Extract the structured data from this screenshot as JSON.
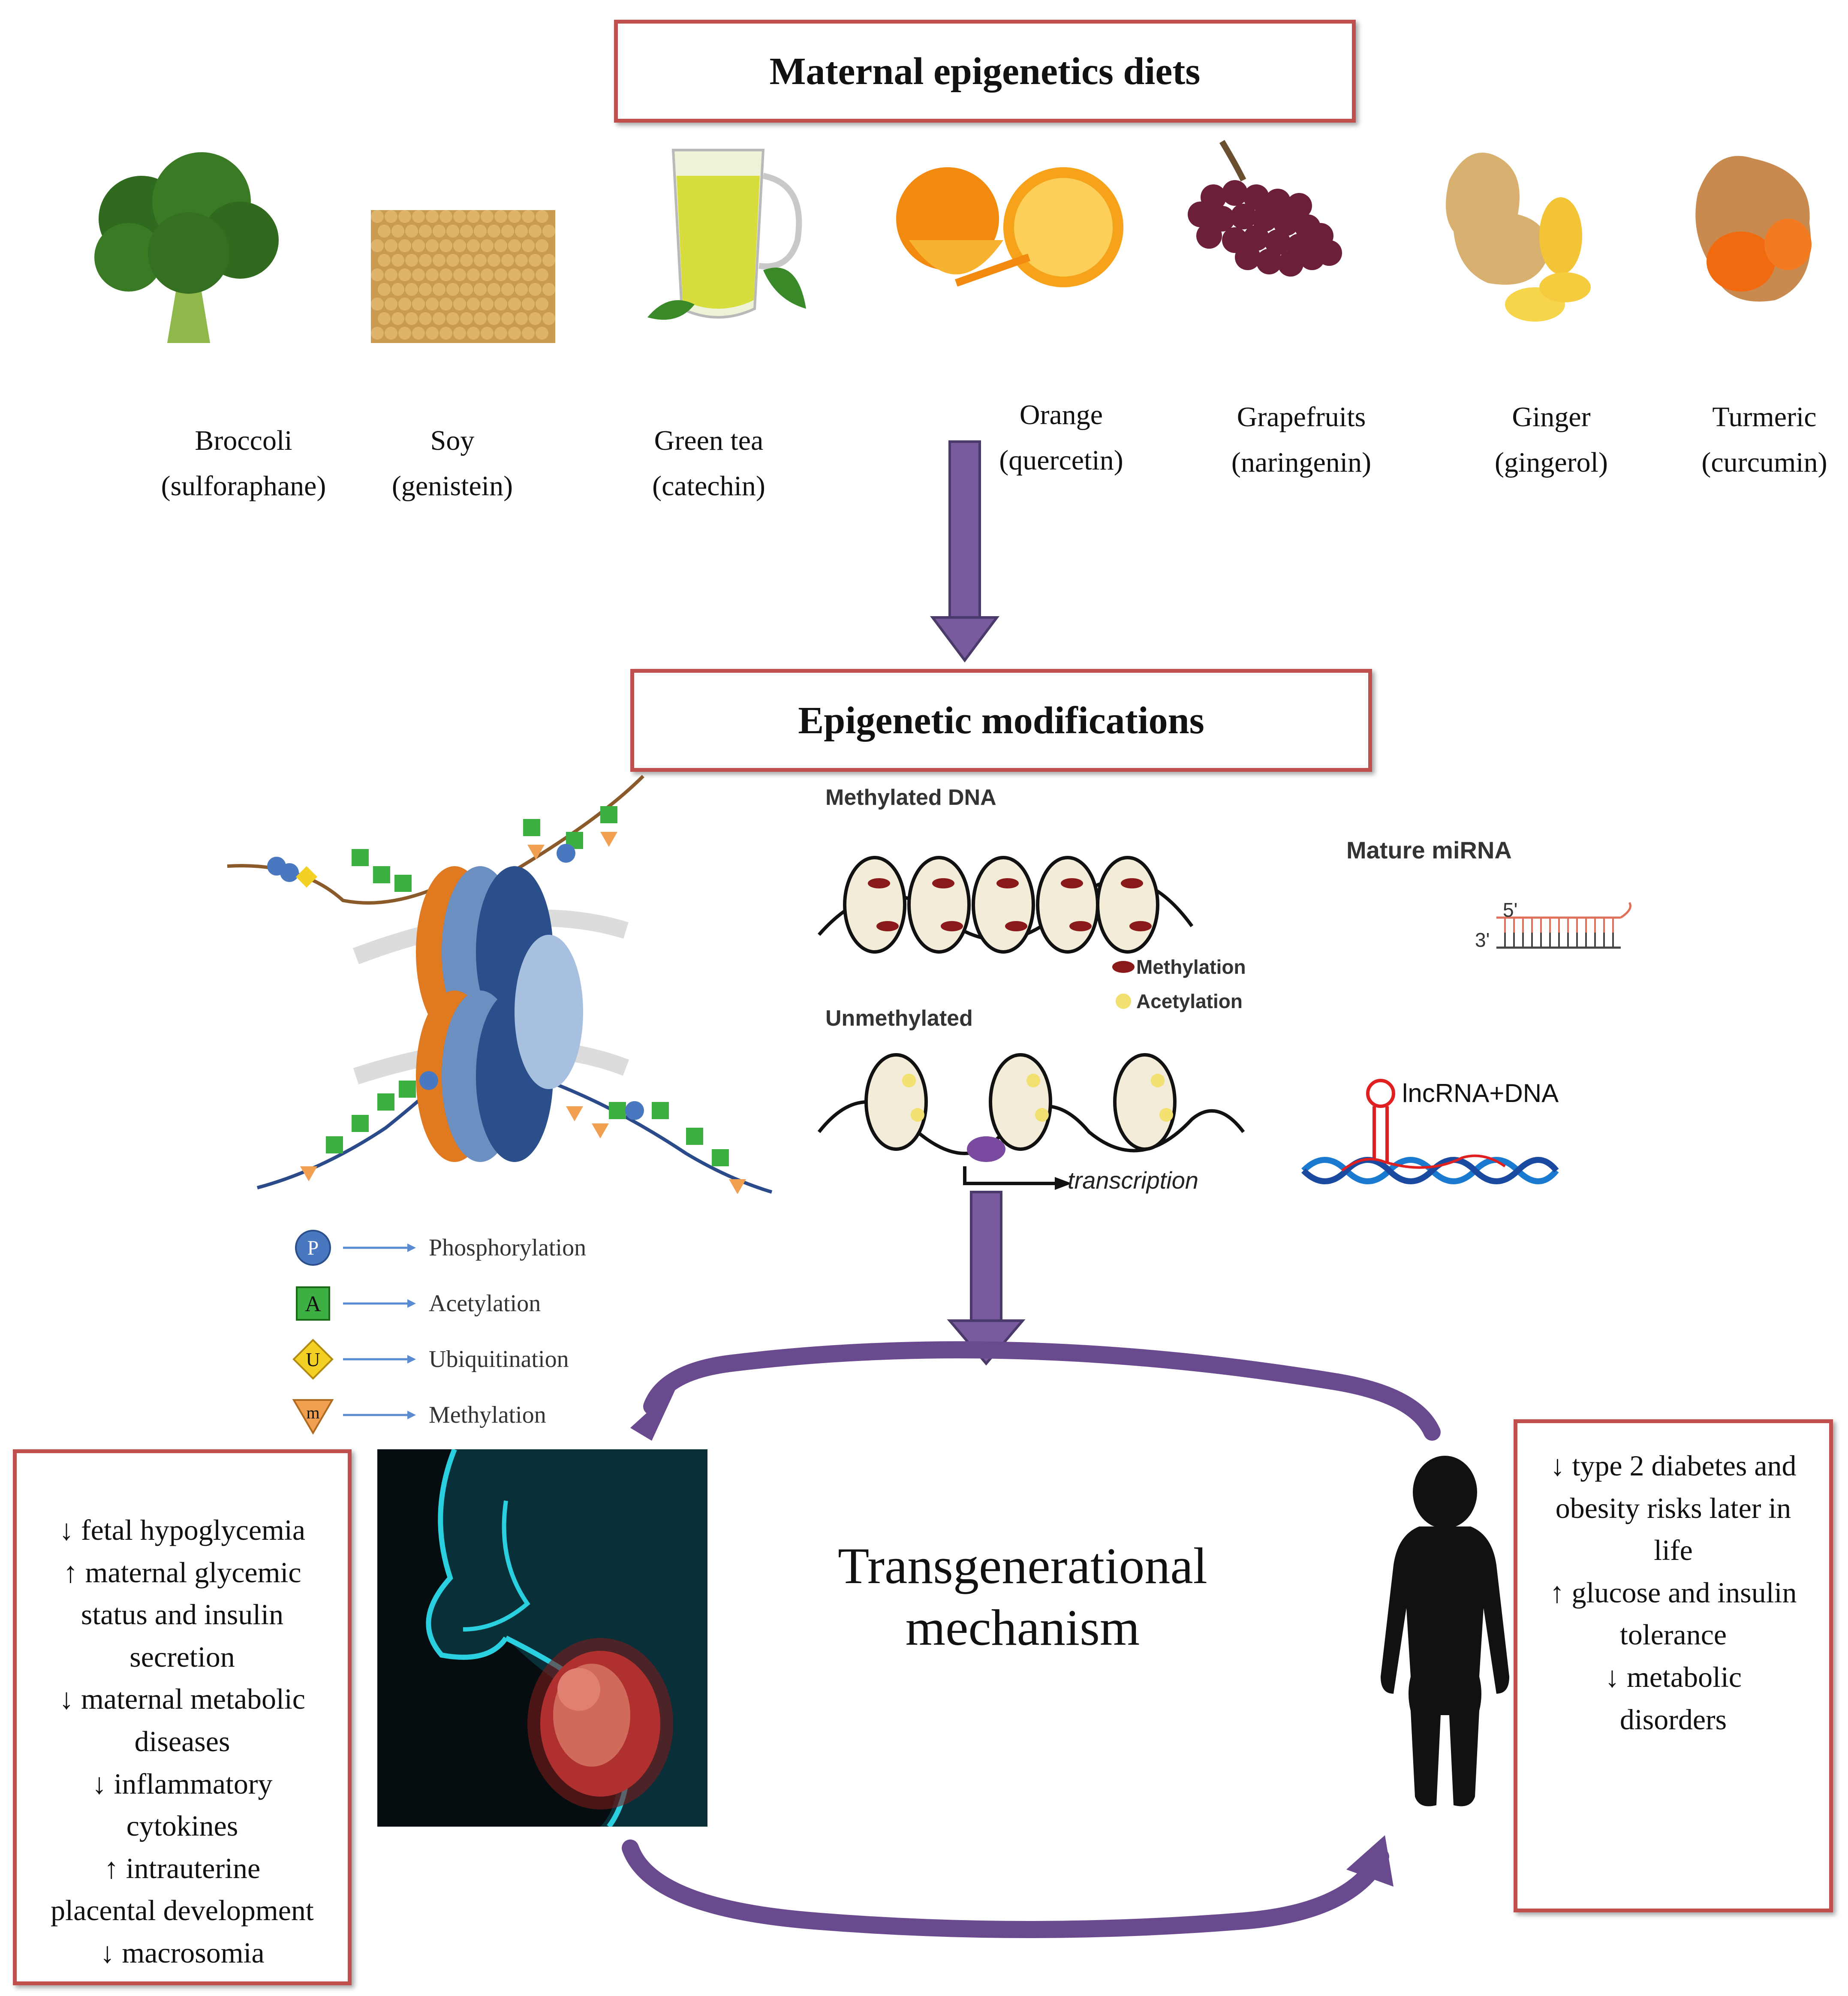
{
  "top_box": {
    "title": "Maternal epigenetics diets"
  },
  "foods": [
    {
      "name": "Broccoli",
      "compound": "(sulforaphane)"
    },
    {
      "name": "Soy",
      "compound": "(genistein)"
    },
    {
      "name": "Green tea",
      "compound": "(catechin)"
    },
    {
      "name": "Orange",
      "compound": "(quercetin)"
    },
    {
      "name": "Grapefruits",
      "compound": "(naringenin)"
    },
    {
      "name": "Ginger",
      "compound": "(gingerol)"
    },
    {
      "name": "Turmeric",
      "compound": "(curcumin)"
    }
  ],
  "middle_box": {
    "title": "Epigenetic modifications"
  },
  "histone_legend": [
    {
      "symbol": "P",
      "label": "Phosphorylation"
    },
    {
      "symbol": "A",
      "label": "Acetylation"
    },
    {
      "symbol": "U",
      "label": "Ubiquitination"
    },
    {
      "symbol": "m",
      "label": "Methylation"
    }
  ],
  "dna_panel": {
    "methylated_title": "Methylated DNA",
    "unmethylated_title": "Unmethylated",
    "legend_methylation": "Methylation",
    "legend_acetylation": "Acetylation",
    "transcription": "transcription"
  },
  "rna_panel": {
    "mirna_title": "Mature miRNA",
    "five_prime": "5'",
    "three_prime": "3'",
    "lncrna_title": "lncRNA+DNA"
  },
  "center_label": {
    "line1": "Transgenerational",
    "line2": "mechanism"
  },
  "maternal_outcomes": [
    "↓ fetal hypoglycemia",
    "↑ maternal glycemic",
    "status and insulin",
    "secretion",
    "↓ maternal metabolic",
    "diseases",
    "↓ inflammatory",
    "cytokines",
    "↑ intrauterine",
    "placental development",
    "↓ macrosomia"
  ],
  "offspring_outcomes": [
    "↓ type 2 diabetes and",
    "obesity risks later in",
    "life",
    "↑ glucose and insulin",
    "tolerance",
    "↓ metabolic",
    "disorders"
  ],
  "colors": {
    "box_border": "#c0504d",
    "arrow": "#7a5a9e",
    "phospho": "#4a78c0",
    "acetyl": "#3cb043",
    "ubiquitin": "#f2d024",
    "methyl": "#f0a050"
  }
}
